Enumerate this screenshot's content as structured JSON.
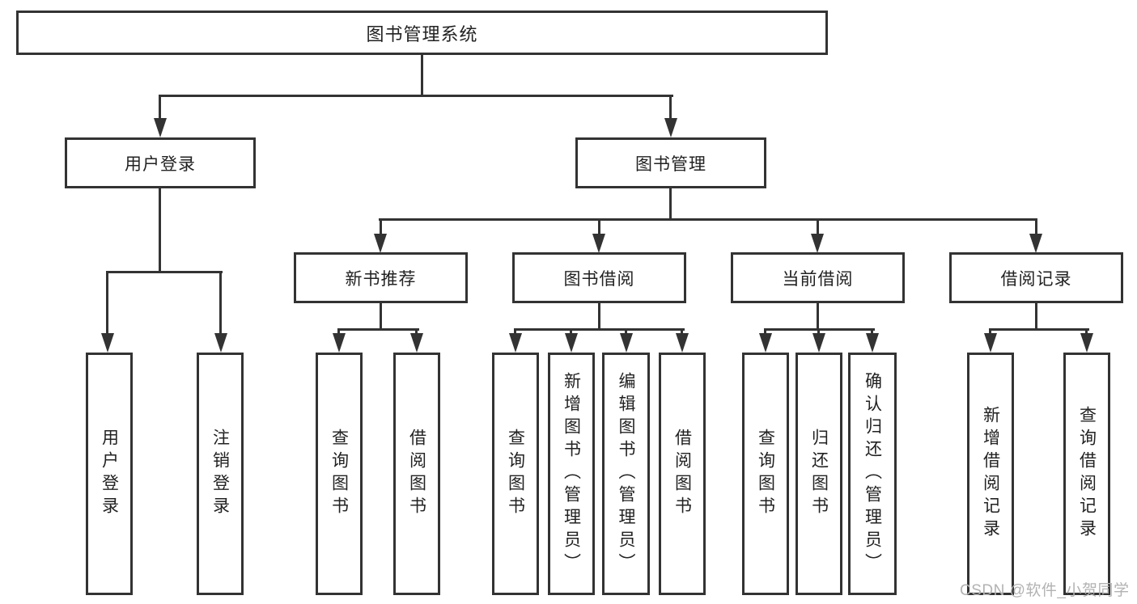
{
  "tree": {
    "label": "图书管理系统",
    "children": [
      {
        "label": "用户登录",
        "children": [
          {
            "label": "用户登录"
          },
          {
            "label": "注销登录"
          }
        ]
      },
      {
        "label": "图书管理",
        "children": [
          {
            "label": "新书推荐",
            "children": [
              {
                "label": "查询图书"
              },
              {
                "label": "借阅图书"
              }
            ]
          },
          {
            "label": "图书借阅",
            "children": [
              {
                "label": "查询图书"
              },
              {
                "label": "新增图书（管理员）"
              },
              {
                "label": "编辑图书（管理员）"
              },
              {
                "label": "借阅图书"
              }
            ]
          },
          {
            "label": "当前借阅",
            "children": [
              {
                "label": "查询图书"
              },
              {
                "label": "归还图书"
              },
              {
                "label": "确认归还（管理员）"
              }
            ]
          },
          {
            "label": "借阅记录",
            "children": [
              {
                "label": "新增借阅记录"
              },
              {
                "label": "查询借阅记录"
              }
            ]
          }
        ]
      }
    ]
  },
  "watermark": {
    "text": "CSDN @软件_小贺同学"
  },
  "colors": {
    "line": "#333333",
    "text": "#222222",
    "background": "#ffffff",
    "watermark": "#b2b2b2"
  }
}
